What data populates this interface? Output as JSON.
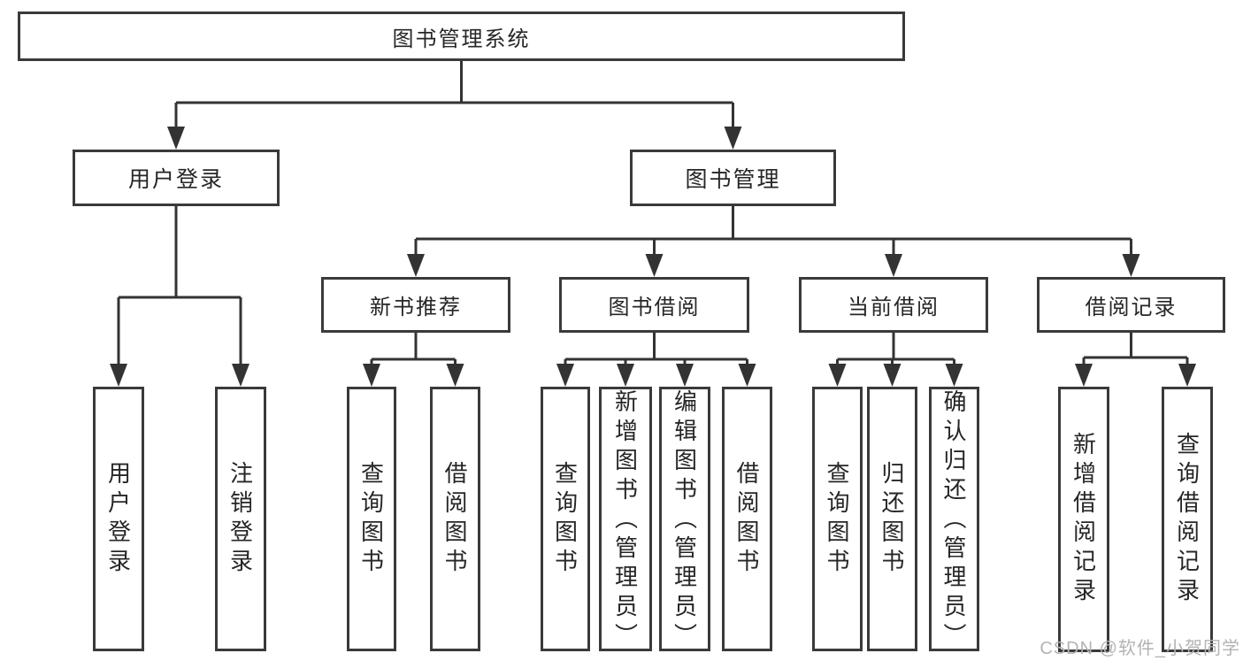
{
  "diagram": {
    "title": "图书管理系统",
    "nodes": [
      {
        "id": "root",
        "label": "图书管理系统"
      },
      {
        "id": "user-login",
        "label": "用户登录"
      },
      {
        "id": "book-mgmt",
        "label": "图书管理"
      },
      {
        "id": "new-book-rec",
        "label": "新书推荐"
      },
      {
        "id": "book-borrow",
        "label": "图书借阅"
      },
      {
        "id": "current-borrow",
        "label": "当前借阅"
      },
      {
        "id": "borrow-records",
        "label": "借阅记录"
      },
      {
        "id": "leaf-user-login",
        "label": "用户登录"
      },
      {
        "id": "leaf-logout",
        "label": "注销登录"
      },
      {
        "id": "leaf-rec-query",
        "label": "查询图书"
      },
      {
        "id": "leaf-rec-borrow",
        "label": "借阅图书"
      },
      {
        "id": "leaf-bb-query",
        "label": "查询图书"
      },
      {
        "id": "leaf-bb-add",
        "label": "新增图书（管理员）"
      },
      {
        "id": "leaf-bb-edit",
        "label": "编辑图书（管理员）"
      },
      {
        "id": "leaf-bb-borrow",
        "label": "借阅图书"
      },
      {
        "id": "leaf-cb-query",
        "label": "查询图书"
      },
      {
        "id": "leaf-cb-return",
        "label": "归还图书"
      },
      {
        "id": "leaf-cb-confirm",
        "label": "确认归还（管理员）"
      },
      {
        "id": "leaf-br-add",
        "label": "新增借阅记录"
      },
      {
        "id": "leaf-br-query",
        "label": "查询借阅记录"
      }
    ],
    "edges": [
      {
        "from": "root",
        "to": [
          "user-login",
          "book-mgmt"
        ]
      },
      {
        "from": "user-login",
        "to": [
          "leaf-user-login",
          "leaf-logout"
        ]
      },
      {
        "from": "book-mgmt",
        "to": [
          "new-book-rec",
          "book-borrow",
          "current-borrow",
          "borrow-records"
        ]
      },
      {
        "from": "new-book-rec",
        "to": [
          "leaf-rec-query",
          "leaf-rec-borrow"
        ]
      },
      {
        "from": "book-borrow",
        "to": [
          "leaf-bb-query",
          "leaf-bb-add",
          "leaf-bb-edit",
          "leaf-bb-borrow"
        ]
      },
      {
        "from": "current-borrow",
        "to": [
          "leaf-cb-query",
          "leaf-cb-return",
          "leaf-cb-confirm"
        ]
      },
      {
        "from": "borrow-records",
        "to": [
          "leaf-br-add",
          "leaf-br-query"
        ]
      }
    ]
  },
  "watermark": {
    "text": "CSDN @软件_小贺同学"
  },
  "colors": {
    "box_border": "#3a3a3a",
    "connector": "#333333",
    "text": "#262626",
    "watermark": "#b3b3b3",
    "background": "#ffffff"
  }
}
